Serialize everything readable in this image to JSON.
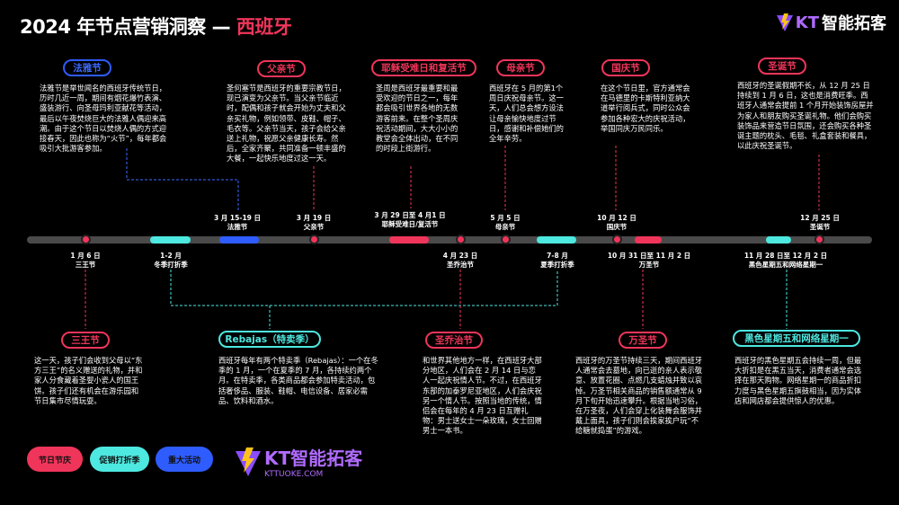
{
  "header": {
    "title_main": "2024 年节点营销洞察 — ",
    "title_highlight": "西班牙",
    "logo_text": "智能拓客",
    "logo_kt": "KT"
  },
  "colors": {
    "holiday": "#f0355a",
    "sale": "#4de8e0",
    "major": "#2e5cff",
    "track": "#4a4a4a"
  },
  "top_cards": [
    {
      "title": "法雅节",
      "text": "法雅节是举世闻名的西班牙传统节日，历时几近一周，期间有烟花爆竹表演、盛装游行、向圣母玛利亚献花等活动，最后以午夜焚烧巨大的法雅人偶迎来高潮。由于这个节日以焚烧人偶的方式迎接春天，因此也称为“火节”，每年都会吸引大批游客参加。"
    },
    {
      "title": "父亲节",
      "text": "圣何塞节是西班牙的重要宗教节日，现已演变为父亲节。当父亲节临近时，配偶和孩子就会开始为丈夫和父亲买礼物，例如领带、皮鞋、帽子、毛衣等。父亲节当天，孩子会给父亲送上礼物，祝愿父亲健康长寿。然后，全家齐聚，共同准备一顿丰盛的大餐，一起快乐地度过这一天。"
    },
    {
      "title": "耶稣受难日和复活节",
      "text": "圣周是西班牙最重要和最受欢迎的节日之一，每年都会吸引世界各地的无数游客前来。在整个圣周庆祝活动期间，大大小小的教堂会全体出动，在不同的时段上街游行。"
    },
    {
      "title": "母亲节",
      "text": "西班牙在 5 月的第1个周日庆祝母亲节。这一天，人们总会想方设法让母亲愉快地度过节日，感谢和补偿她们的全年辛劳。"
    },
    {
      "title": "国庆节",
      "text": "在这个节日里，官方通常会在马德里的卡斯特利亚纳大道举行阅兵式，同时公众会参加各种宏大的庆祝活动，举国同庆万民同乐。"
    },
    {
      "title": "圣诞节",
      "text": "西班牙的圣诞假期不长，从 12 月 25 日持续到 1 月 6 日，这也是消费旺季。西班牙人通常会提前 1 个月开始装饰房屋并为家人和朋友购买圣诞礼物。他们会购买装饰品来营造节日氛围，还会购买各种圣诞主题的枕头、毛毯、礼盒套装和餐具，以此庆祝圣诞节。"
    }
  ],
  "bottom_cards": [
    {
      "title": "三王节",
      "text": "这一天，孩子们会收到父母以“东方三王”的名义赠送的礼物，并和家人分食藏着圣婴小瓷人的国王饼。孩子们还有机会在游乐园和节日集市尽情玩耍。"
    },
    {
      "title": "Rebajas（特卖季）",
      "text": "西班牙每年有两个特卖季（Rebajas）：一个在冬季的 1 月，一个在夏季的 7 月，各持续约两个月。在特卖季，各类商品都会参加特卖活动，包括奢侈品、服装、鞋帽、电信设备、居家必需品、饮料和酒水。"
    },
    {
      "title": "圣乔治节",
      "text": "和世界其他地方一样，在西班牙大部分地区，人们会在 2 月 14 日与恋人一起庆祝情人节。不过，在西班牙东部的加泰罗尼亚地区，人们会庆祝另一个情人节。按照当地的传统，情侣会在每年的 4 月 23 日互赠礼物：男士送女士一朵玫瑰，女士回赠男士一本书。"
    },
    {
      "title": "万圣节",
      "text": "西班牙的万圣节持续三天，期间西班牙人通常会去墓地，向已逝的亲人表示敬意、放置花圈、点燃几支蜡烛并致以哀悼。万圣节相关商品的销售额通常从 9 月下旬开始迅速攀升。根据当地习俗，在万圣夜，人们会穿上化装舞会服饰并戴上面具，孩子们则会挨家挨户玩“不给糖就捣蛋”的游戏。"
    },
    {
      "title": "黑色星期五和网络星期一",
      "text": "西班牙的黑色星期五会持续一周，但最大折扣是在黑五当天，消费者通常会选择在那天购物。网络星期一的商品折扣力度与黑色星期五旗鼓相当，因为实体店和网店都会提供惊人的优惠。"
    }
  ],
  "timeline": {
    "above": [
      {
        "date": "3 月 15-19 日",
        "name": "法雅节"
      },
      {
        "date": "3 月 19 日",
        "name": "父亲节"
      },
      {
        "date": "3 月 29 日至 4 月1 日",
        "name": "耶稣受难日/复活节"
      },
      {
        "date": "5 月 5 日",
        "name": "母亲节"
      },
      {
        "date": "10 月 12 日",
        "name": "国庆节"
      },
      {
        "date": "12 月 25 日",
        "name": "圣诞节"
      }
    ],
    "below": [
      {
        "date": "1 月 6 日",
        "name": "三王节"
      },
      {
        "date": "1-2 月",
        "name": "冬季打折季"
      },
      {
        "date": "4 月 23 日",
        "name": "圣乔治节"
      },
      {
        "date": "7-8 月",
        "name": "夏季打折季"
      },
      {
        "date": "10 月 31 日至 11 月 2 日",
        "name": "万圣节"
      },
      {
        "date": "11 月 28 日至 12 月 2 日",
        "name": "黑色星期五和网络星期一"
      }
    ]
  },
  "legend": [
    {
      "label": "节日节庆"
    },
    {
      "label": "促销打折季"
    },
    {
      "label": "重大活动"
    }
  ],
  "watermark": {
    "brand": "KT智能拓客",
    "url": "KTTUOKE.COM"
  }
}
